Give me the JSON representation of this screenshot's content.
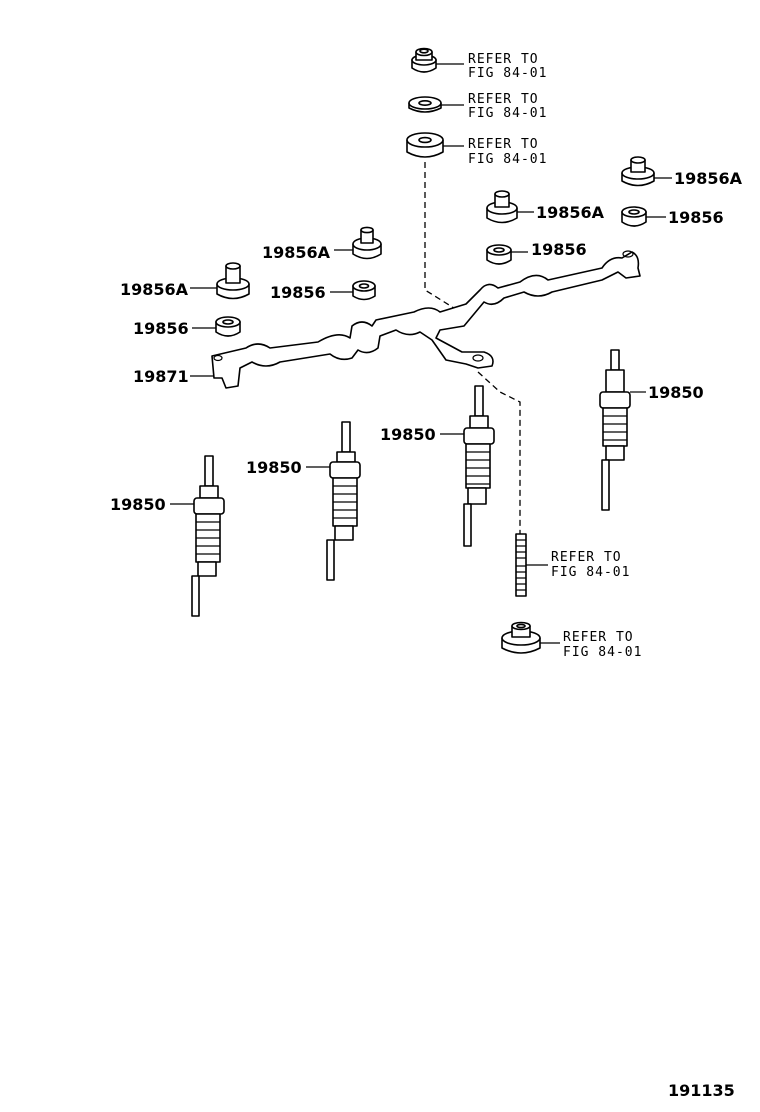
{
  "labels": {
    "nut_right_a": "19856A",
    "nut_center_a": "19856A",
    "nut_right": "19856",
    "nut_center": "19856",
    "nut_left_upper_a": "19856A",
    "nut_left_a": "19856A",
    "nut_left_small": "19856",
    "nut_left": "19856",
    "bracket": "19871",
    "plug_right": "19850",
    "plug_center": "19850",
    "plug_left_center": "19850",
    "plug_left": "19850"
  },
  "refs": [
    {
      "line1": "REFER TO",
      "line2": "FIG 84-01"
    },
    {
      "line1": "REFER TO",
      "line2": "FIG 84-01"
    },
    {
      "line1": "REFER TO",
      "line2": "FIG 84-01"
    },
    {
      "line1": "REFER TO",
      "line2": "FIG 84-01"
    },
    {
      "line1": "REFER TO",
      "line2": "FIG 84-01"
    }
  ],
  "figure_number": "191135"
}
